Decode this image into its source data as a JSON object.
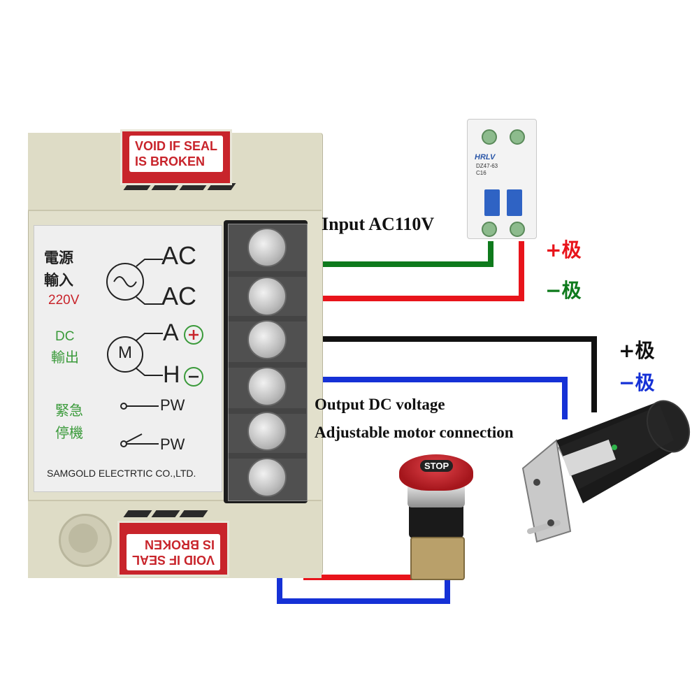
{
  "seal_text": [
    "VOID IF SEAL",
    "IS BROKEN"
  ],
  "panel": {
    "power_input_cn": [
      "電源",
      "輸入"
    ],
    "voltage": "220V",
    "ac_labels": [
      "AC",
      "AC"
    ],
    "dc_output": [
      "DC",
      "輸出"
    ],
    "motor_symbol": "M",
    "dc_terminals": [
      "A",
      "H"
    ],
    "emergency_stop_cn": [
      "緊急",
      "停機"
    ],
    "pw_labels": [
      "PW",
      "PW"
    ],
    "manufacturer": "SAMGOLD ELECTRTIC CO.,LTD."
  },
  "breaker": {
    "brand": "HRLV",
    "model": "DZ47-63",
    "rating": "C16"
  },
  "estop_label": "STOP",
  "annotations": {
    "input": "Input AC110V",
    "output_line1": "Output DC voltage",
    "output_line2": "Adjustable motor connection"
  },
  "input_poles": {
    "positive": "+极",
    "negative": "−极"
  },
  "motor_poles": {
    "positive": "+极",
    "negative": "−极"
  },
  "colors": {
    "red": "#e8141b",
    "green": "#0e7a1c",
    "blue": "#1531d6",
    "black": "#111111",
    "seal_red": "#c8242b"
  }
}
